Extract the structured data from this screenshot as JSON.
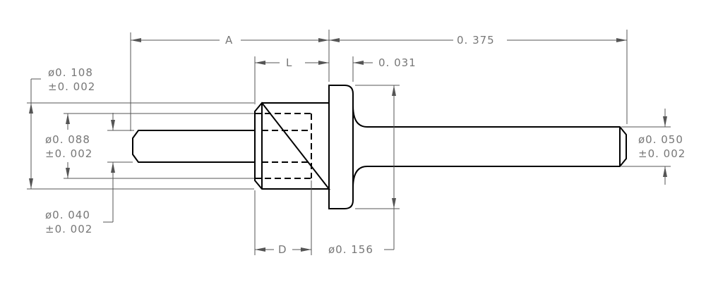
{
  "drawing": {
    "dim_overall_length": "0. 375",
    "dim_length_a": "A",
    "dim_length_l": "L",
    "dim_collar_thickness": "0. 031",
    "dim_depth_d": "D",
    "dim_flange_dia": "ø0. 156",
    "dim_body_dia": [
      "ø0. 108",
      "±0. 002"
    ],
    "dim_bore_dia": [
      "ø0. 088",
      "±0. 002"
    ],
    "dim_pin_dia": [
      "ø0. 040",
      "±0. 002"
    ],
    "dim_shaft_dia": [
      "ø0. 050",
      "±0. 002"
    ]
  },
  "colors": {
    "outline": "#000000",
    "dimension": "#555555",
    "text": "#777777"
  }
}
